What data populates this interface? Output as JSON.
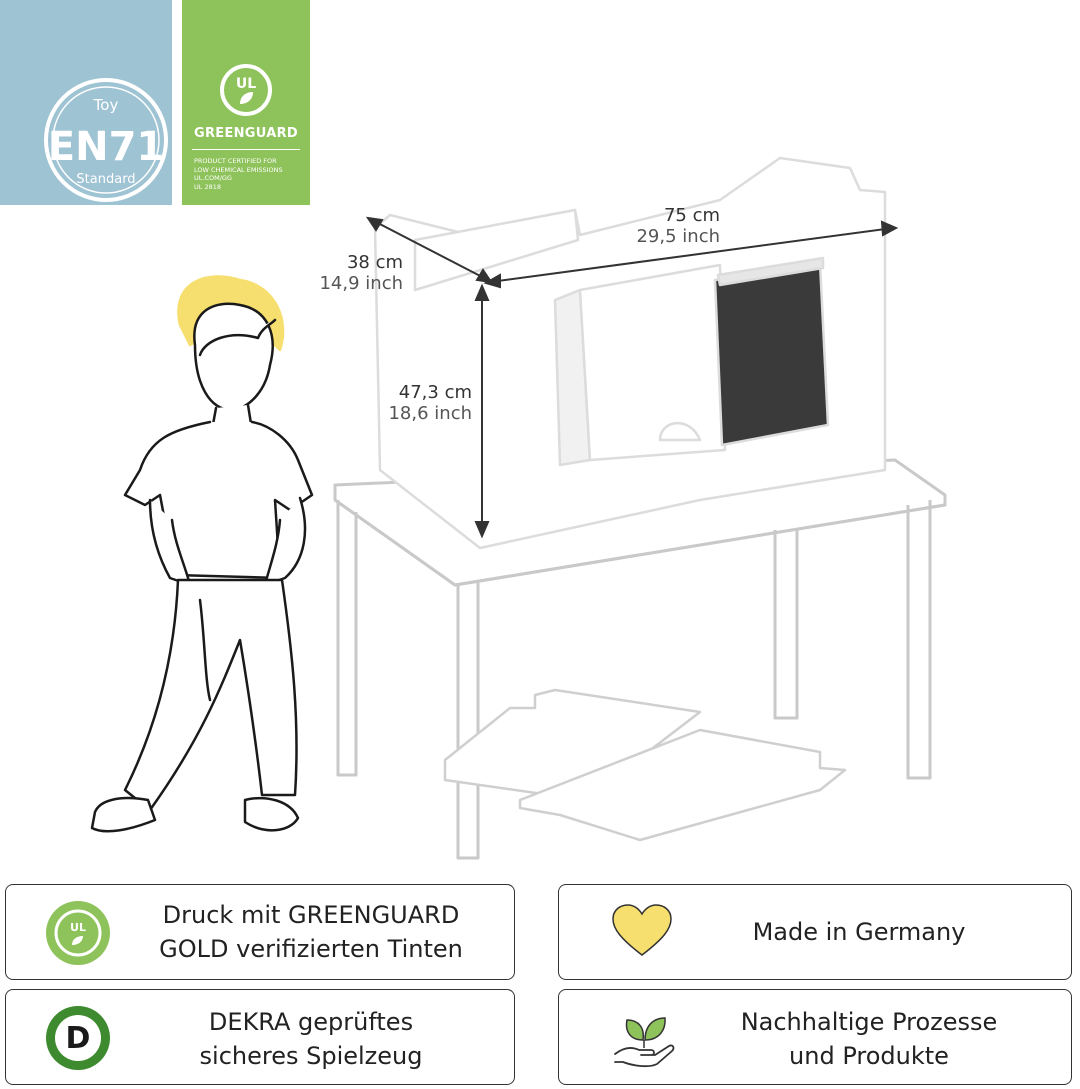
{
  "badges": {
    "en71": {
      "top": "Toy",
      "main": "EN71",
      "bottom": "Standard",
      "color": "#9ec3d3"
    },
    "greenguard": {
      "logo": "UL",
      "title": "GREENGUARD",
      "lines": [
        "PRODUCT CERTIFIED FOR",
        "LOW CHEMICAL EMISSIONS",
        "UL.COM/GG",
        "UL 2818"
      ],
      "color": "#8ec25a"
    }
  },
  "dimensions": {
    "width": {
      "cm": "75 cm",
      "inch": "29,5 inch"
    },
    "depth": {
      "cm": "38 cm",
      "inch": "14,9 inch"
    },
    "height": {
      "cm": "47,3 cm",
      "inch": "18,6 inch"
    }
  },
  "features": [
    {
      "icon": "ul-greenguard-icon",
      "line1": "Druck mit GREENGUARD",
      "line2": "GOLD verifizierten Tinten"
    },
    {
      "icon": "heart-icon",
      "line1": "Made in Germany",
      "line2": ""
    },
    {
      "icon": "dekra-icon",
      "line1": "DEKRA geprüftes",
      "line2": "sicheres Spielzeug",
      "logo_letter": "D"
    },
    {
      "icon": "leaf-hand-icon",
      "line1": "Nachhaltige Prozesse",
      "line2": "und Produkte"
    }
  ],
  "colors": {
    "heart": "#f6df6e",
    "hair": "#f6df6e",
    "green": "#8ec25a",
    "dekra_green": "#3e8a2e"
  }
}
